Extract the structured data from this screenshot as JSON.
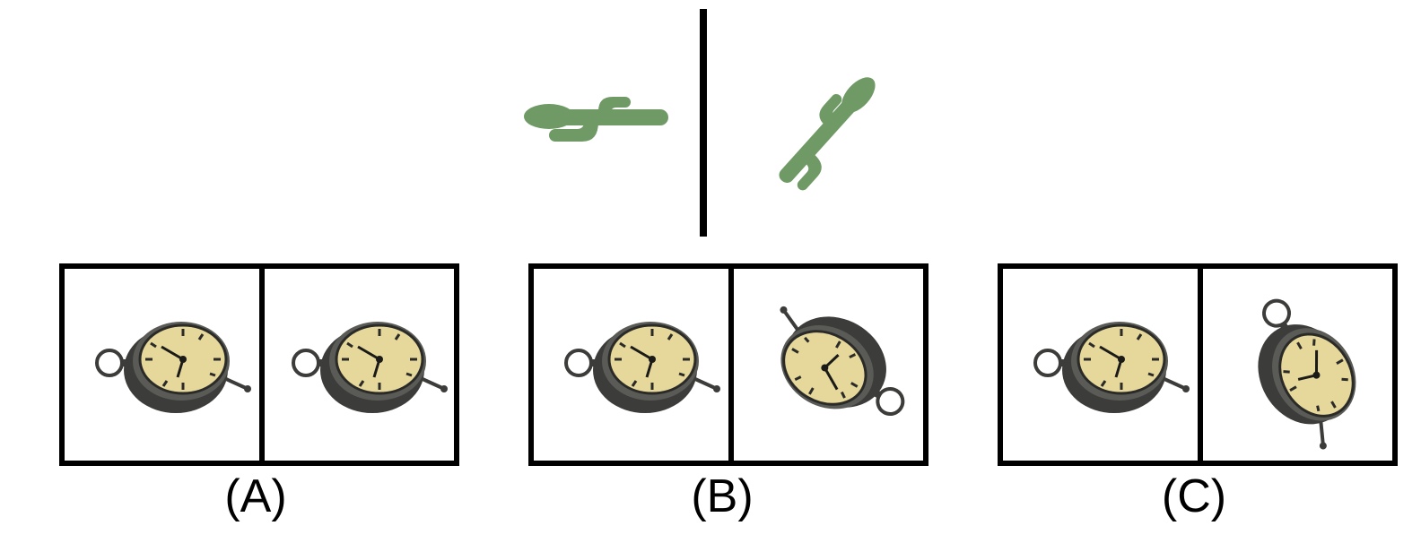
{
  "options": [
    {
      "key": "A",
      "label": "(A)"
    },
    {
      "key": "B",
      "label": "(B)"
    },
    {
      "key": "C",
      "label": "(C)"
    }
  ],
  "colors": {
    "cactus": "#6f9a66",
    "clock_case": "#3c3c3a",
    "clock_face": "#e6d79a",
    "frame": "#000000"
  },
  "icons": [
    "cactus-icon",
    "alarm-clock-icon"
  ]
}
